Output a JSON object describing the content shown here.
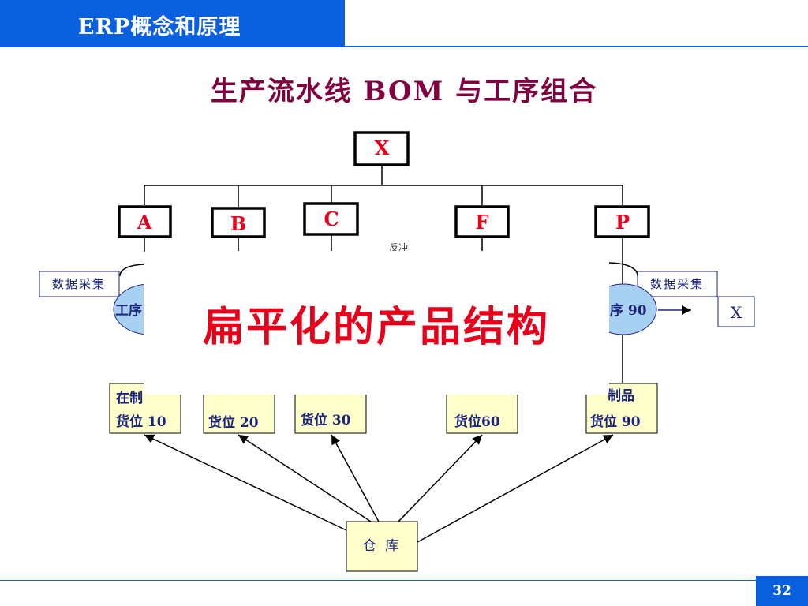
{
  "header": {
    "title": "ERP概念和原理"
  },
  "page": {
    "title": "生产流水线 BOM 与工序组合",
    "number": "32"
  },
  "bom": {
    "root": "X",
    "children": [
      "A",
      "B",
      "C",
      "F",
      "P"
    ],
    "partial_label": "反冲"
  },
  "data_collection": {
    "left": "数据采集",
    "right": "数据采集"
  },
  "process": {
    "left_partial": "工序",
    "right_partial": "序 90"
  },
  "output": "X",
  "locations": {
    "loc10": {
      "line1": "在制",
      "line2": "货位 10"
    },
    "loc20": {
      "line2": "货位 20"
    },
    "loc30": {
      "line2": "货位 30"
    },
    "loc60": {
      "line2": "货位60"
    },
    "loc90": {
      "line1": "制品",
      "line2": "货位 90"
    }
  },
  "warehouse": "仓 库",
  "overlay": {
    "text": "扁平化的产品结构"
  },
  "colors": {
    "brand_blue": "#0a5fde",
    "title_maroon": "#800040",
    "accent_red": "#e8001b",
    "box_yellow": "#ffffcc",
    "oval_blue": "#a8d0f0",
    "label_navy": "#1a237e"
  }
}
